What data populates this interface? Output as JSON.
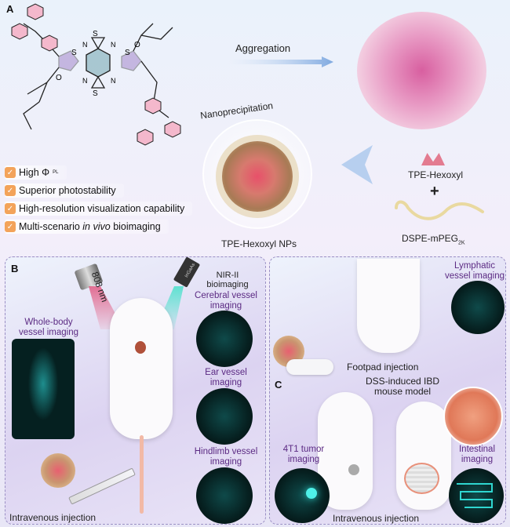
{
  "panel_a": {
    "label": "A",
    "atoms": {
      "s": "S",
      "n": "N",
      "o": "O"
    },
    "aggregation": "Aggregation",
    "nanoprecipitation": "Nanoprecipitation",
    "np_label": "TPE-Hexoxyl NPs",
    "component1": "TPE-Hexoxyl",
    "plus": "+",
    "component2": "DSPE-mPEG",
    "component2_sub": "2K",
    "features": [
      {
        "text": "High Φ",
        "sub": "PL"
      },
      {
        "text": "Superior photostability"
      },
      {
        "text": "High-resolution visualization capability"
      },
      {
        "pre": "Multi-scenario ",
        "italic": "in vivo",
        "post": " bioimaging"
      }
    ]
  },
  "panel_b": {
    "label": "B",
    "laser": "808 nm",
    "camera": "InGaAs",
    "nir": "NIR-II\nbioimaging",
    "cerebral": "Cerebral vessel\nimaging",
    "ear": "Ear vessel\nimaging",
    "hindlimb": "Hindlimb vessel\nimaging",
    "whole_body": "Whole-body\nvessel imaging",
    "injection": "Intravenous injection"
  },
  "panel_lymph": {
    "lymphatic": "Lymphatic\nvessel imaging",
    "injection": "Footpad injection"
  },
  "panel_c": {
    "label": "C",
    "ibd": "DSS-induced IBD\nmouse model",
    "tumor": "4T1 tumor\nimaging",
    "intestinal": "Intestinal\nimaging",
    "injection": "Intravenous injection"
  },
  "colors": {
    "accent": "#5b2a83",
    "fluor": "#2fd6d0",
    "check": "#f3a35a"
  }
}
